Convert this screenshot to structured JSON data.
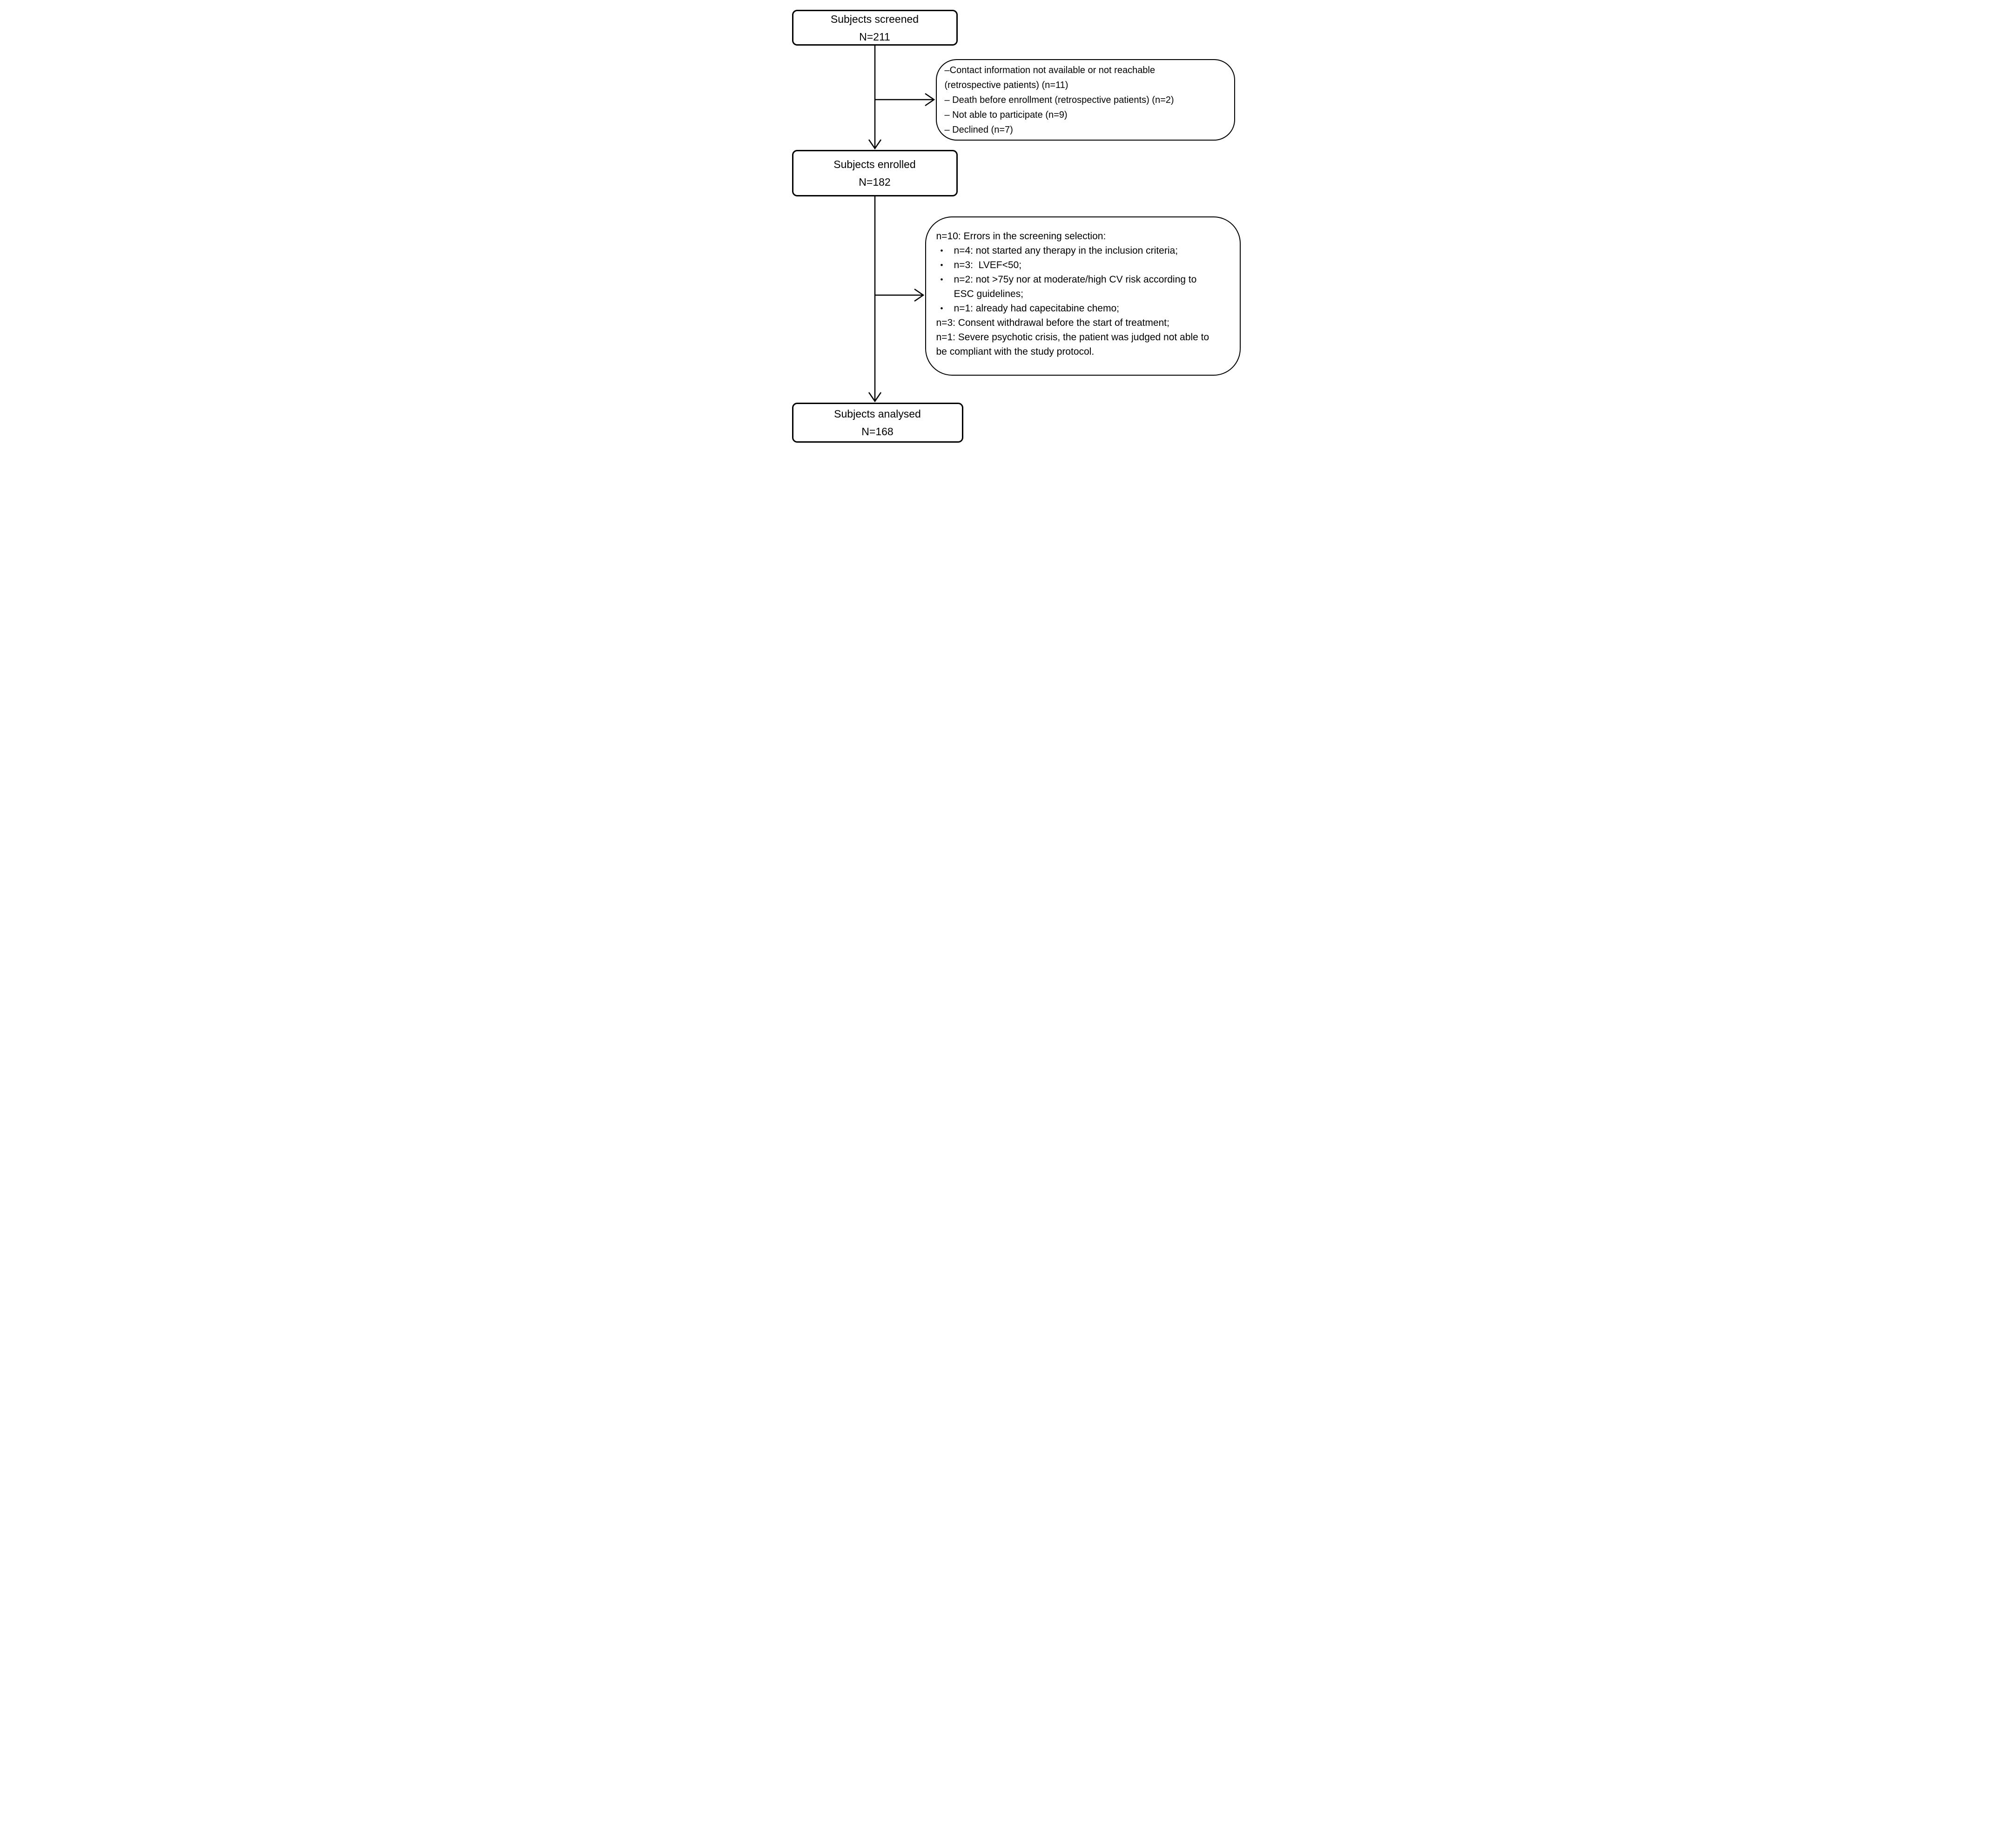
{
  "figure": {
    "background": "#ffffff",
    "line_color": "#000000",
    "text_color": "#000000"
  },
  "boxes": {
    "screened": {
      "label": "Subjects screened",
      "count": "N=211"
    },
    "enrolled": {
      "label": "Subjects enrolled",
      "count": "N=182"
    },
    "analysed": {
      "label": "Subjects analysed",
      "count": "N=168"
    }
  },
  "exclusions_screening": {
    "items": [
      "–Contact information not available or not reachable (retrospective patients) (n=11)",
      "– Death before enrollment (retrospective patients) (n=2)",
      "– Not able to participate (n=9)",
      "– Declined (n=7)"
    ]
  },
  "exclusions_enrollment": {
    "intro": "n=10: Errors in the screening selection:",
    "bullet_char": "•",
    "bullets": [
      "n=4: not started any therapy in the inclusion criteria;",
      "n=3:  LVEF<50;",
      "n=2: not >75y nor at moderate/high CV risk according to ESC guidelines;",
      "n=1: already had capecitabine chemo;"
    ],
    "notes": [
      "n=3: Consent withdrawal before the start of treatment;",
      "n=1: Severe psychotic crisis, the patient was judged not able to be compliant with the study protocol."
    ]
  }
}
